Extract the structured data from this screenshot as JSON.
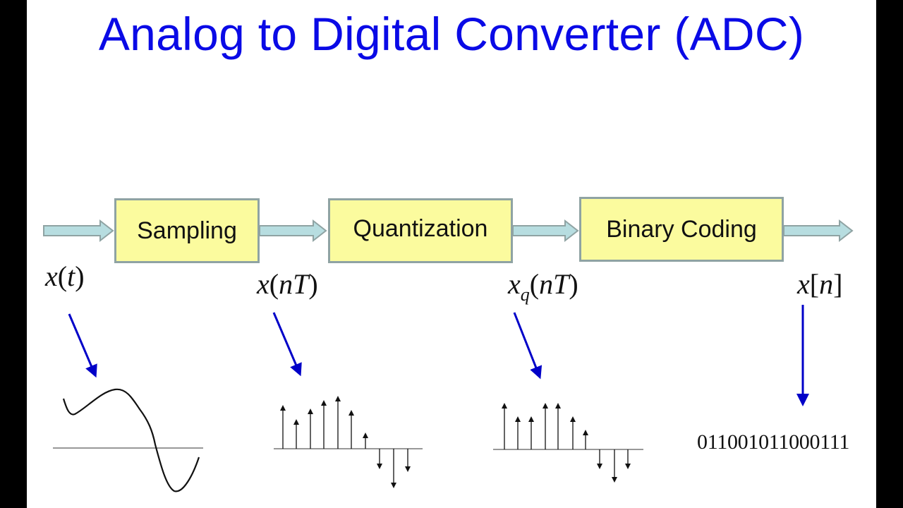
{
  "slide": {
    "title": "Analog to Digital Converter (ADC)",
    "title_color": "#0a0ae6",
    "block_fill": "#fbfb9e",
    "block_border": "#8fa3a3",
    "flow_arrow_color": "#b7dde0",
    "pointer_arrow_color": "#0000c8"
  },
  "blocks": [
    {
      "label": "Sampling"
    },
    {
      "label": "Quantization"
    },
    {
      "label": "Binary Coding"
    }
  ],
  "signals": {
    "analog": {
      "var": "x",
      "open": "(",
      "arg": "t",
      "close": ")"
    },
    "sampled": {
      "var": "x",
      "open": "(",
      "arg": "nT",
      "close": ")"
    },
    "quantized": {
      "var": "x",
      "sub": "q",
      "open": "(",
      "arg": "nT",
      "close": ")"
    },
    "digital": {
      "var": "x",
      "open": "[",
      "arg": "n",
      "close": "]"
    }
  },
  "binary_output": "011001011000111",
  "chart_data": [
    {
      "type": "line",
      "title": "x(t) analog signal",
      "x": [
        0,
        1,
        2,
        3,
        4,
        5,
        6,
        7,
        8,
        9,
        10
      ],
      "values": [
        0.7,
        0.5,
        0.65,
        0.8,
        0.85,
        0.6,
        0.3,
        -0.4,
        -0.85,
        -0.7,
        -0.2
      ],
      "grid": false
    },
    {
      "type": "bar",
      "title": "x(nT) sampled signal",
      "categories": [
        1,
        2,
        3,
        4,
        5,
        6,
        7,
        8,
        9,
        10
      ],
      "values": [
        63,
        43,
        58,
        70,
        76,
        56,
        24,
        -30,
        -57,
        -34
      ]
    },
    {
      "type": "bar",
      "title": "xq(nT) quantized signal",
      "categories": [
        1,
        2,
        3,
        4,
        5,
        6,
        7,
        8,
        9,
        10
      ],
      "values": [
        67,
        48,
        48,
        67,
        67,
        48,
        29,
        -29,
        -48,
        -29
      ]
    }
  ]
}
